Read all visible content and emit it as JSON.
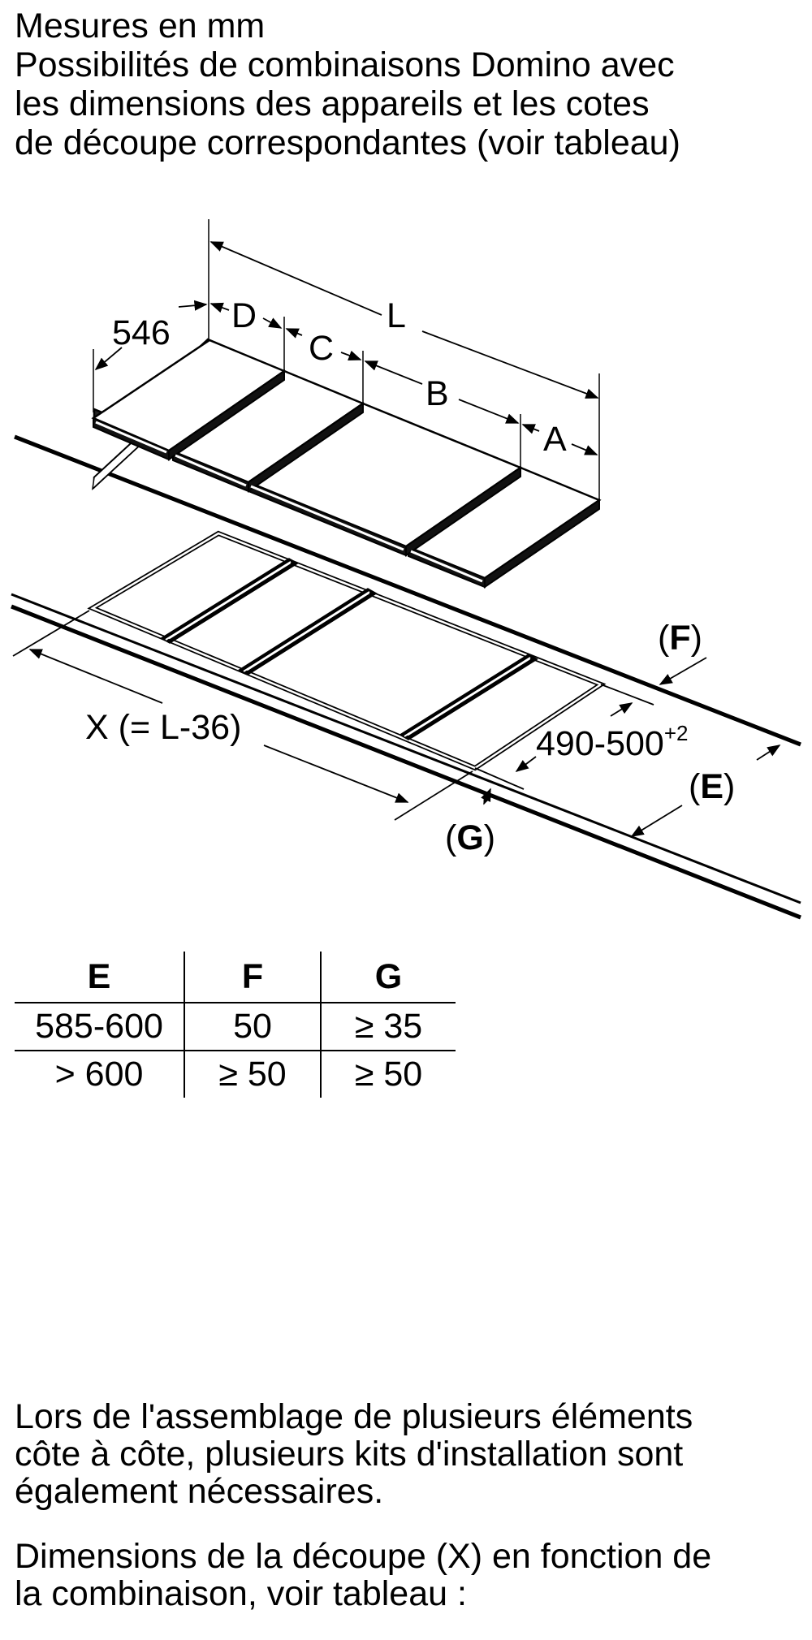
{
  "intro": {
    "line1": "Mesures en mm",
    "line2": "Possibilités de combinaisons Domino avec",
    "line3": "les dimensions des appareils et les cotes",
    "line4": "de découpe correspondantes (voir tableau)"
  },
  "diagram": {
    "label_depth": "546",
    "label_d": "D",
    "label_c": "C",
    "label_l": "L",
    "label_b": "B",
    "label_a": "A",
    "label_f_open": "(",
    "label_f": "F",
    "label_f_close": ")",
    "label_x": "X (= L-36)",
    "label_cutout_depth": "490-500",
    "label_cutout_tol": "+2",
    "label_e_open": "(",
    "label_e": "E",
    "label_e_close": ")",
    "label_g_open": "(",
    "label_g": "G",
    "label_g_close": ")"
  },
  "table": {
    "headers": [
      "E",
      "F",
      "G"
    ],
    "rows": [
      [
        "585-600",
        "50",
        "≥ 35"
      ],
      [
        "> 600",
        "≥ 50",
        "≥ 50"
      ]
    ]
  },
  "notes": {
    "p1_line1": "Lors de l'assemblage de plusieurs éléments",
    "p1_line2": "côte à côte, plusieurs kits d'installation sont",
    "p1_line3": "également nécessaires.",
    "p2_line1": "Dimensions de la découpe (X) en fonction de",
    "p2_line2": "la combinaison, voir tableau :"
  }
}
